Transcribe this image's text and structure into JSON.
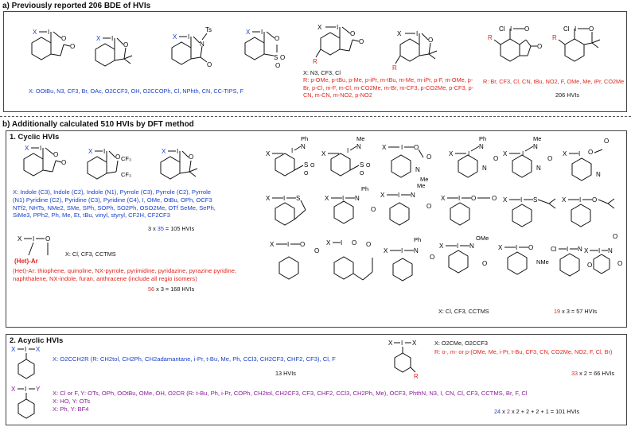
{
  "section_a": {
    "header": "a) Previously reported 206 BDE of HVIs",
    "left_list": "X: OOtBu, N3, CF3, Br, OAc, O2CCF3, OH, O2CCOPh, Cl, NPhth, CN, CC-TIPS, F",
    "mid_x": "X: N3, CF3, Cl",
    "mid_r": "R: p-OMe, p-tBu, p-Me, p-iPr, m-tBu, m-Me, m-iPr, p-F, m-OMe, p-Br, p-Cl, m-F, m-Cl, m-CO2Me, m-Br, m-CF3, p-CO2Me, p-CF3, p-CN, m-CN, m-NO2, p-NO2",
    "right_r": "R: Br, CF3, Cl, CN, tBu, NO2, F, OMe, Me, iPr, CO2Me",
    "right_total": "206 HVIs"
  },
  "section_b": {
    "header": "b) Additionally calculated 510 HVIs by DFT method",
    "cyclic": {
      "title": "1. Cyclic HVIs",
      "x_list": "X: Indole (C3), Indole (C2), Indole (N1), Pyrrole (C3), Pyrrole (C2), Pyrrole (N1) Pyridine (C2), Pyridine (C3), Pyridine (C4), I, OMe, OtBu, OPh, OCF3 NTf2, NHTs, NMe2, SMe, SPh, SOPh, SO2Ph, OSO2Me, OTf SeMe, SePh, SiMe3, PPh2, Ph, Me, Et, tBu, vinyl, styryl, CF2H, CF2CF3",
      "count1_a": "3 x",
      "count1_b": "35",
      "count1_c": "= 105 HVIs",
      "het_label": "(Het)-Ar",
      "het_x": "X: Cl, CF3, CCTMS",
      "het_list": "(Het)-Ar: thiophene, quinoline, NX-pyrrole, pyrimidine, pyridazine, pyrazine pyridine, naphthalene, NX-indole, furan, anthracene (include all regio isomers)",
      "count2_a": "56",
      "count2_b": "x 3 = 168 HVIs",
      "right_x": "X: Cl, CF3, CCTMS",
      "count3_a": "19",
      "count3_b": "x 3 = 57 HVIs"
    },
    "acyclic": {
      "title": "2. Acyclic HVIs",
      "x_list": "X: O2CCH2R (R: CH2tol, CH2Ph, CH2adamantane, i-Pr, t-Bu, Me, Ph, CCl3, CH2CF3, CHF2, CF3), Cl, F",
      "count1": "13 HVIs",
      "right_x": "X: O2CMe, O2CCF3",
      "right_r": "R: o-, m- or p-(OMe, Me, i-Pr, t-Bu, CF3, CN, CO2Me, NO2, F, Cl, Br)",
      "count2_a": "33",
      "count2_b": "x 2 = 66 HVIs",
      "xy_line1": "X: Cl or F, Y: OTs, OPh, OOtBu, OMe, OH, O2CR (R: t-Bu, Ph, i-Pr, COPh, CH2tol, CH2CF3, CF3, CHF2, CCl3, CH2Ph, Me), OCF3, PhthN, N3, I, CN, Cl, CF3, CCTMS, Br, F, Cl",
      "xy_line2": "X: HO, Y: OTs",
      "xy_line3": "X: Ph, Y: BF4",
      "count3_a": "24",
      "count3_b": "x",
      "count3_c": "2",
      "count3_d": "x 2 + 2 + 2 + 1 = 101 HVIs"
    }
  },
  "labels": {
    "X": "X",
    "I": "I",
    "O": "O",
    "S": "S",
    "N": "N",
    "R": "R",
    "Y": "Y",
    "Ts": "Ts",
    "Ph": "Ph",
    "Me": "Me",
    "OMe": "OMe",
    "NMe": "NMe",
    "CF3": "CF3",
    "Cl": "Cl",
    "XI": "X–I",
    "ClI": "Cl–I",
    "XIX": "X–I–X",
    "XIY": "X–I–Y"
  }
}
